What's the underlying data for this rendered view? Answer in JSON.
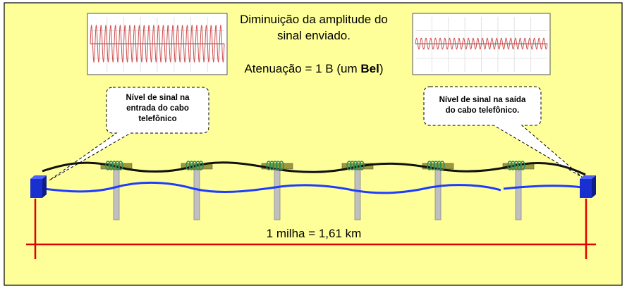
{
  "title": {
    "line1": "Diminuição da amplitude do",
    "line2": "sinal enviado."
  },
  "attenuation": {
    "prefix": "Atenuação = 1 B (um ",
    "bold": "Bel",
    "suffix": ")"
  },
  "callout_left": {
    "line1": "Nível de sinal na",
    "line2": "entrada do cabo",
    "line3": "telefônico"
  },
  "callout_right": {
    "line1": "Nível de sinal na saída",
    "line2": "do cabo telefônico."
  },
  "distance_label": "1 milha = 1,61 km",
  "signals": {
    "input": {
      "cycles": 28,
      "amplitude_relative": 1.0
    },
    "output": {
      "cycles": 28,
      "amplitude_relative": 0.3
    }
  },
  "pole_count": 6,
  "colors": {
    "background": "#ffff99",
    "border": "#000000",
    "signal_wave": "#d05050",
    "cable_black": "#111111",
    "cable_blue": "#1e3cff",
    "measure_red": "#e00000",
    "box_blue": "#1a2fd0",
    "pole": "#c0c0c0",
    "insulator": "#2e8b57"
  }
}
